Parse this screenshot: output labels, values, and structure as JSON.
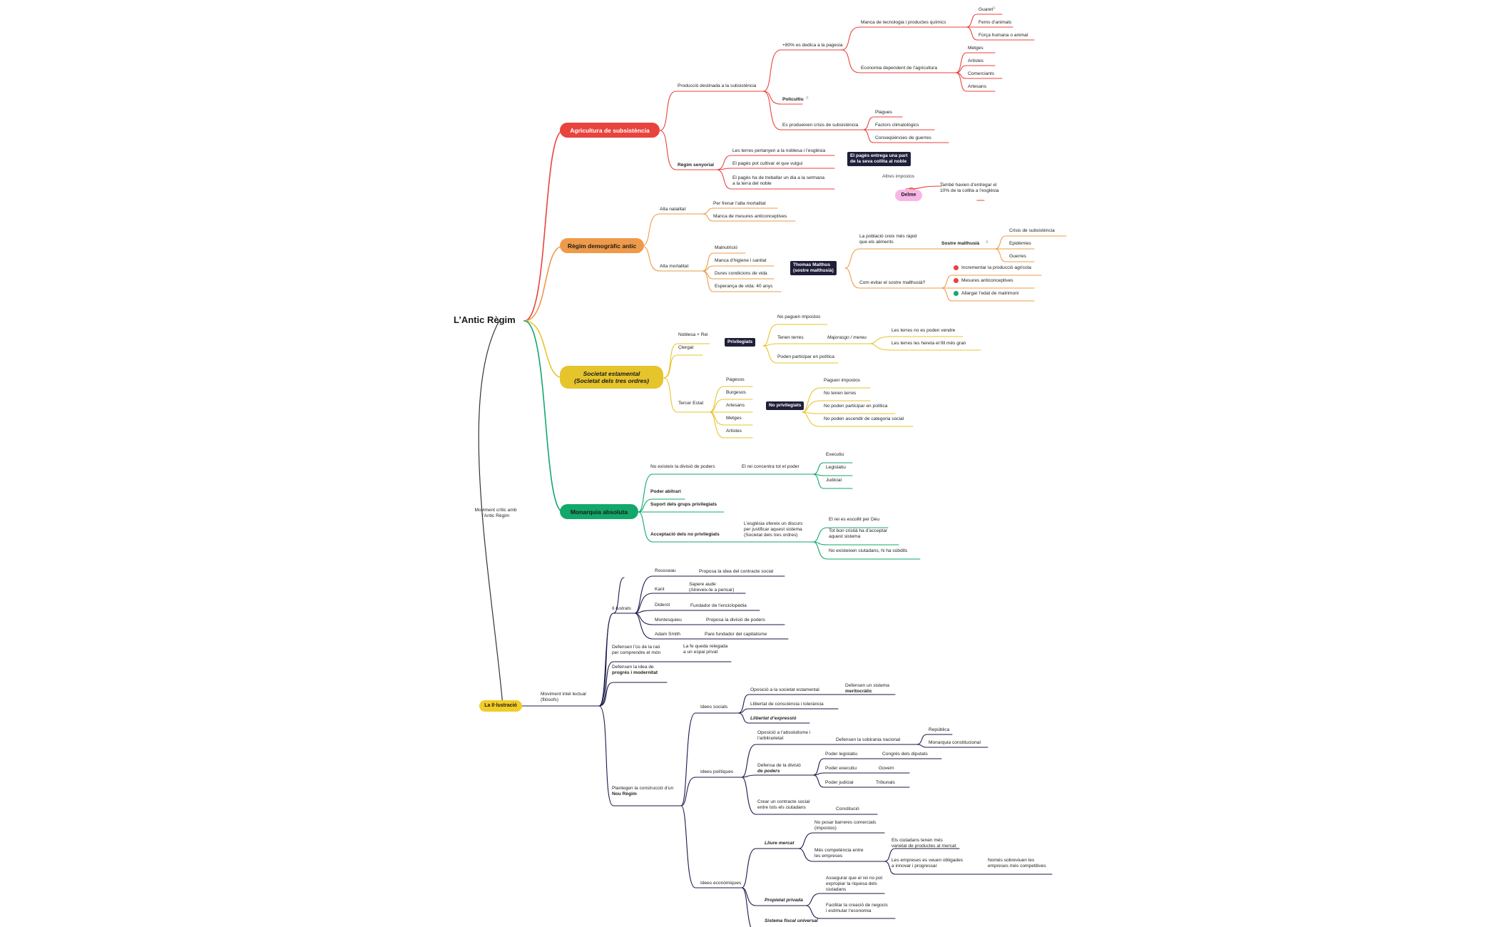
{
  "root": "L’Antic Règim",
  "link_label": "Moviment crític amb l’Antic Règim",
  "colors": {
    "agri": "#e8433d",
    "demo": "#ef9a4a",
    "soc": "#e6c42c",
    "mon": "#12a86a",
    "illu": "#1a1a4a",
    "root": "#333333",
    "delme": "#f7b7e6"
  },
  "branches": {
    "agri": {
      "title": "Agricultura de subsistència",
      "prod": "Producció destinada a la subsistència",
      "pct": "+80% es dedica a la pagesia",
      "manca": "Manca de tecnologia i productes químics",
      "guaret": "Guaret",
      "fems": "Fems d’animals",
      "forca": "Força humana o animal",
      "econ": "Economia dependent de l’agricultura",
      "metges": "Metges",
      "artistes": "Artistes",
      "comerciants": "Comerciants",
      "artesans": "Artesans",
      "policultiu": "Policultiu",
      "crisis": "Es produeixen crisis de subsistència",
      "plagues": "Plagues",
      "factors": "Factors climatològics",
      "guerres": "Conseqüències de guerres",
      "senyorial": "Règim senyorial",
      "terres": "Les terres pertanyen a la noblesa i l’església",
      "pages1": "El pagès pot cultivar el que vulgui",
      "pages2a": "El pagès ha de treballar un dia a la setmana",
      "pages2b": "a la terra del noble",
      "entrega_a": "El pagès entrega una part",
      "entrega_b": "de la seva collita al noble",
      "altres": "Altres impostos",
      "delme": "Delme",
      "tambe_a": "També havien d’entregar el",
      "tambe_b": "10% de la collita a l’església"
    },
    "demo": {
      "title": "Règim demogràfic antic",
      "natal": "Alta natalitat",
      "frenar": "Per frenar l’alta mortalitat",
      "manca": "Manca de mesures anticonceptives",
      "mortal": "Alta mortalitat",
      "malnut": "Malnutrició",
      "higiene": "Manca d’higiene i sanitat",
      "dures": "Dures condicions de vida",
      "esper": "Esperança de vida: 40 anys",
      "malthus_a": "Thomas Malthus",
      "malthus_b": "(sostre malthusià)",
      "poblacio_a": "La població creix més ràpid",
      "poblacio_b": "que els aliments",
      "sostre": "Sostre malthusià",
      "crisi": "Crisis de subsistència",
      "epid": "Epidèmies",
      "guerres": "Guerres",
      "com": "Com evitar el sostre malthusià?",
      "incr": "Incrementar la producció agrícola",
      "mesures": "Mesures anticonceptives",
      "allargar": "Allargar l’edat de matrimoni"
    },
    "soc": {
      "title_a": "Societat estamental",
      "title_b": "(Societat dels tres ordres)",
      "noblesa": "Noblesa + Rei",
      "clergat": "Clergat",
      "privilegiats": "Privilegiats",
      "nopaguen": "No paguen impostos",
      "tenen": "Tenen terres",
      "majorasgo": "Majorasgo / mereu",
      "venre": "Les terres no es poden vendre",
      "hereta": "Les terres les hereta el fill més gran",
      "politica": "Poden participar en política",
      "tercer": "Tercer Estat",
      "pagesos": "Pagesos",
      "burgesos": "Burgesos",
      "artesans": "Artesans",
      "metges": "Metges",
      "artistes": "Artistes",
      "noprivs": "No privilegiats",
      "paguen": "Paguen impostos",
      "notenen": "No tenen terres",
      "nopoden": "No poden participar en política",
      "ascend": "No poden ascendir de categoria social"
    },
    "mon": {
      "title": "Monarquia absoluta",
      "divisio": "No existeix la divisió de poders",
      "rei": "El rei concentra tot el poder",
      "exec": "Executiu",
      "legis": "Legislatiu",
      "judi": "Judicial",
      "arbitrari": "Poder abitrari",
      "suport": "Suport dels grups privilegiats",
      "accept": "Acceptació dels no privilegiats",
      "esglesia_a": "L’església ofereix un discurs",
      "esglesia_b": "per justificar aquest sistema",
      "esglesia_c": "(Societat dels tres ordres)",
      "escollit": "El rei es escollit per Déu",
      "cristia_a": "Tot bon cristià ha d’acceptar",
      "cristia_b": "aquest sistema",
      "subdits": "No existeixen ciutadans, hi ha súbdits"
    },
    "illu": {
      "title": "La Il·lustració",
      "mov_a": "Moviment intel·lectual",
      "mov_b": "(filòsofs)",
      "il": "Il·lustrats",
      "rousseau": "Rousseau",
      "rousseau_d": "Proposa la idea del contracte social",
      "kant": "Kant",
      "kant_a": "Sapere aude",
      "kant_b": "(Atreveix-te a pensar)",
      "diderot": "Diderot",
      "diderot_d": "Fundador de l’enciclopèdia",
      "monte": "Montesquieu",
      "monte_d": "Proposa la divisió de poders",
      "smith": "Adam Smith",
      "smith_d": "Pare fundador del capitalisme",
      "raó_a": "Defensen l’ús de la raó",
      "raó_b": "per comprendre el món",
      "fe_a": "La fe queda relegada",
      "fe_b": "a un espai privat",
      "prog_a": "Defensen la idea de",
      "prog_b": "progrés i modernitat",
      "nou_a": "Plantegen la construcció d’un",
      "nou_b": "Nou Règim",
      "socials": "Idees socials",
      "oposicio": "Oposició a la societat estamental",
      "merit_a": "Defensen un sistema",
      "merit_b": "meritocràtic",
      "llibertat": "Llibertat de consciència i tolerància",
      "expressio": "Llibertat d’expressió",
      "politiques": "Idees polítiques",
      "abs_a": "Oposició a l’absolutisme i",
      "abs_b": "l’arbitrarietat",
      "sobirania": "Defensen la sobirania nacional",
      "republica": "República",
      "monconst": "Monarquia constitucional",
      "div_a": "Defensa de la divisió",
      "div_b": "de poders",
      "pleg": "Poder legislatiu",
      "congres": "Congrés dels diputats",
      "pexec": "Poder executiu",
      "govern": "Govern",
      "pjud": "Poder judicial",
      "tribunals": "Tribunals",
      "contr_a": "Crear un contracte social",
      "contr_b": "entre tots els ciutadans",
      "constitucio": "Constitució",
      "econ": "Idees econòmiques",
      "lliure": "Lliure mercat",
      "barr_a": "No posar barreres comercials",
      "barr_b": "(impostos)",
      "comp_a": "Més competència entre",
      "comp_b": "les empreses",
      "ciut_a": "Els ciutadans tenen més",
      "ciut_b": "varietat de productes al mercat",
      "empr_a": "Les empreses es veuen obligades",
      "empr_b": "a innovar i progressar",
      "sobre_a": "Només sobreviuen les",
      "sobre_b": "empreses més competitives",
      "propietat": "Propietat privada",
      "asse_a": "Assegurar que el rei no pot",
      "asse_b": "expropiar la riquesa dels",
      "asse_c": "ciutadans",
      "faci_a": "Facilitar la creació de negocis",
      "faci_b": "i estimular l’economia",
      "fiscal": "Sistema fiscal universal"
    }
  }
}
